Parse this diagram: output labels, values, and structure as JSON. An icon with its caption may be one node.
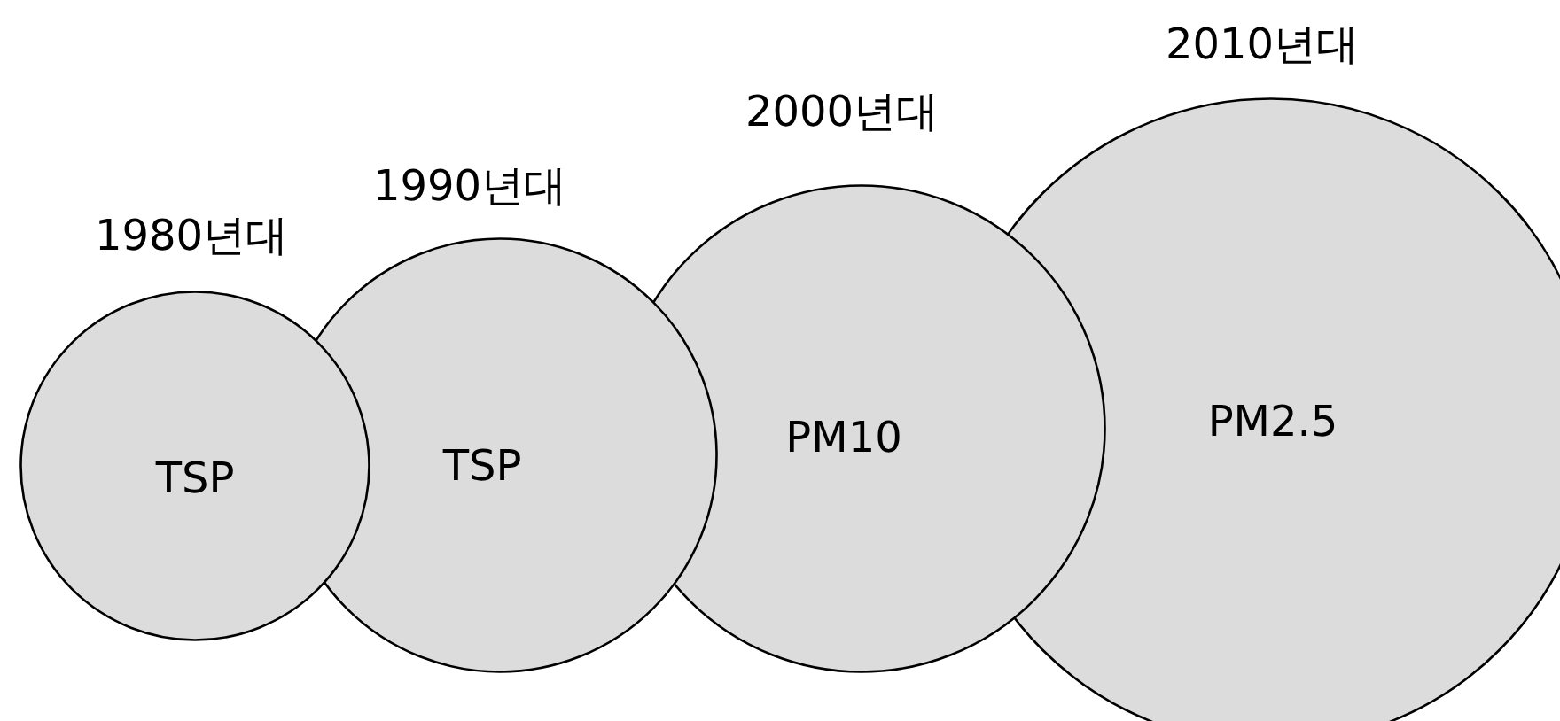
{
  "diagram": {
    "nodes": [
      {
        "text": [
          "1980년대",
          "TSP"
        ]
      },
      {
        "text": [
          "1990년대",
          "TSP"
        ]
      },
      {
        "text": [
          "2000년대",
          "PM10"
        ]
      },
      {
        "text": [
          "2010년대",
          "PM2.5"
        ]
      }
    ]
  }
}
